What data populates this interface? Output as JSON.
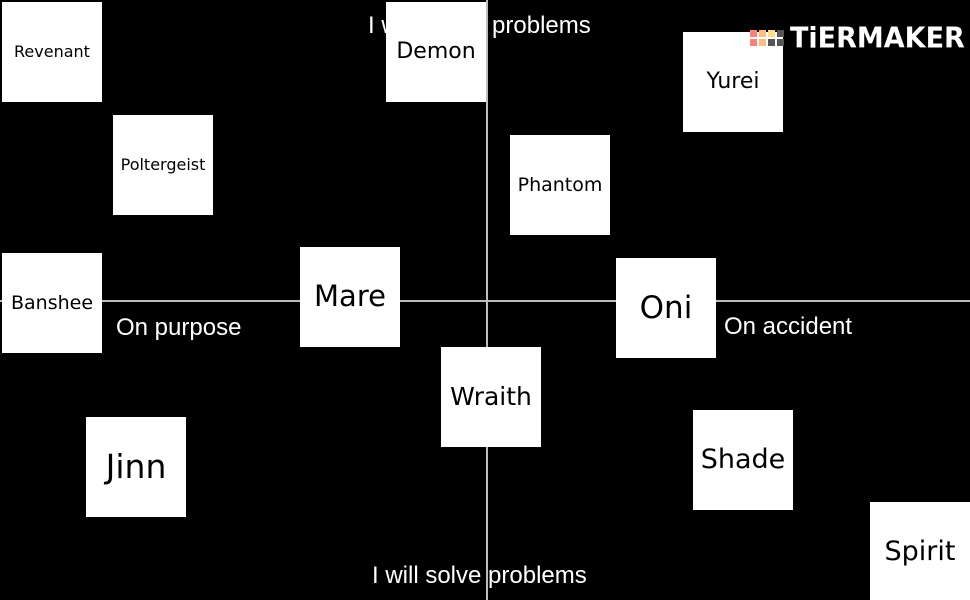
{
  "axes": {
    "top": "I will cause problems",
    "bottom": "I will solve problems",
    "left": "On purpose",
    "right": "On accident"
  },
  "logo": {
    "text": "TiERMAKER",
    "grid_colors": [
      "#ff7f7f",
      "#ffbf7f",
      "#ffdf7f",
      "#555555",
      "#ff7f7f",
      "#ffbf7f",
      "#555555",
      "#555555"
    ]
  },
  "tiles": [
    {
      "name": "Revenant",
      "size": 16
    },
    {
      "name": "Demon",
      "size": 22
    },
    {
      "name": "Yurei",
      "size": 22
    },
    {
      "name": "Poltergeist",
      "size": 16
    },
    {
      "name": "Phantom",
      "size": 19
    },
    {
      "name": "Banshee",
      "size": 19
    },
    {
      "name": "Mare",
      "size": 29
    },
    {
      "name": "Oni",
      "size": 31
    },
    {
      "name": "Wraith",
      "size": 25
    },
    {
      "name": "Jinn",
      "size": 33
    },
    {
      "name": "Shade",
      "size": 27
    },
    {
      "name": "Spirit",
      "size": 27
    }
  ]
}
